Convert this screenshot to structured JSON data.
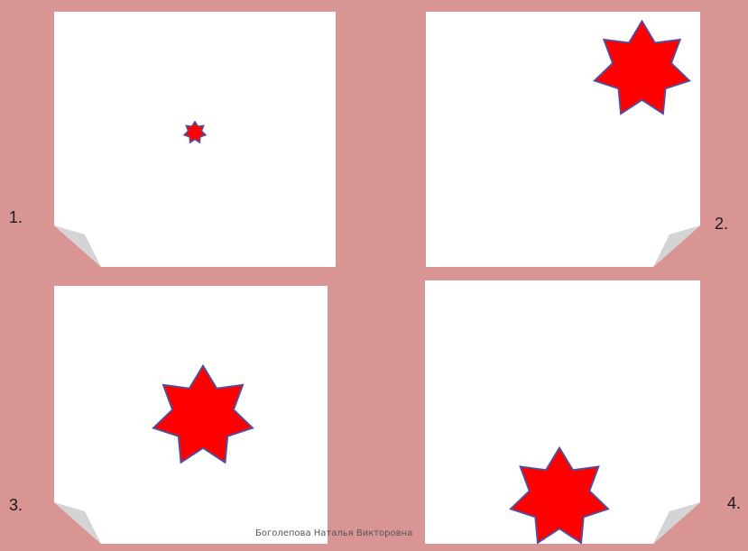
{
  "panels": [
    {
      "label": "1.",
      "star_size": "tiny"
    },
    {
      "label": "2.",
      "star_size": "large"
    },
    {
      "label": "3.",
      "star_size": "large"
    },
    {
      "label": "4.",
      "star_size": "large"
    }
  ],
  "colors": {
    "background": "#d99594",
    "card": "#ffffff",
    "star_fill": "#ff0000",
    "star_stroke": "#4f4f9f",
    "curl": "#d4d4d4"
  },
  "icons": {
    "star": "seven-point-star-icon",
    "page_curl": "page-curl-icon"
  },
  "footer": {
    "author": "Боголепова Наталья Викторовна"
  }
}
